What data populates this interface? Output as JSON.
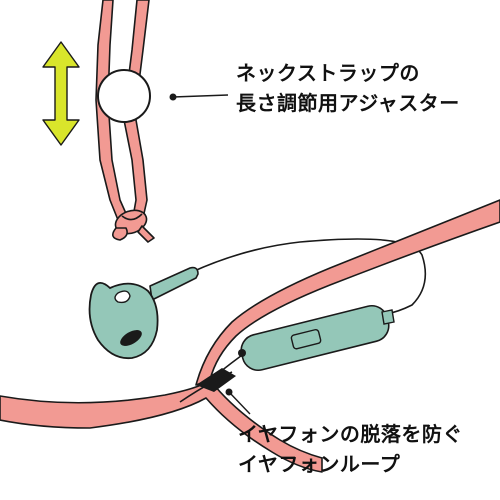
{
  "labels": {
    "adjuster_line1": "ネックストラップの",
    "adjuster_line2": "長さ調節用アジャスター",
    "loop_line1": "イヤフォンの脱落を防ぐ",
    "loop_line2": "イヤフォンループ"
  },
  "colors": {
    "strap": "#f29a93",
    "earphone": "#94c7b8",
    "arrow": "#d9e52b",
    "outline": "#1a1a1a"
  },
  "icons": {
    "adjust_arrow": "double-arrow-vertical-icon"
  }
}
